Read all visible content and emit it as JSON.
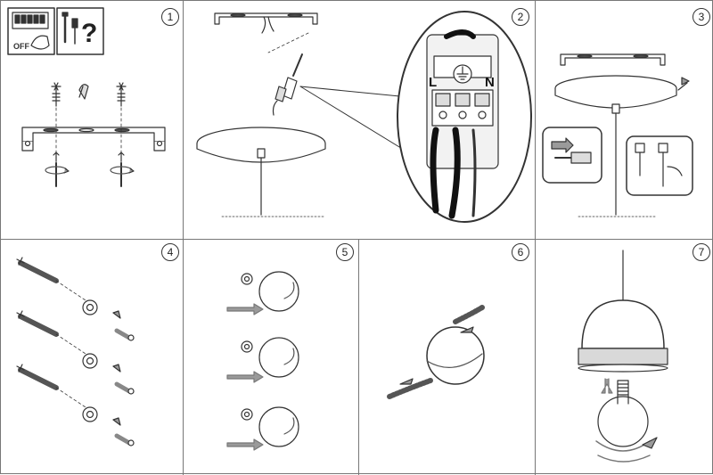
{
  "steps": {
    "s1": "1",
    "s2": "2",
    "s3": "3",
    "s4": "4",
    "s5": "5",
    "s6": "6",
    "s7": "7"
  },
  "labels": {
    "off": "OFF",
    "question": "?",
    "live": "L",
    "neutral": "N"
  },
  "colors": {
    "line": "#333333",
    "fill_grey": "#d9d9d9",
    "arrow_grey": "#9a9a9a",
    "frame": "#777777"
  }
}
